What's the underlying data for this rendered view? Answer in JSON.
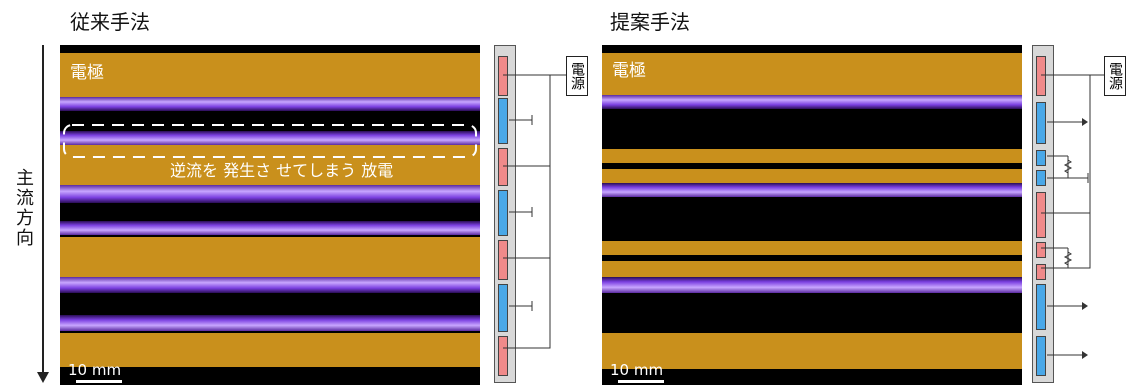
{
  "left_panel": {
    "title": "従来手法",
    "electrode_label": "電極",
    "annotation": "逆流を 発生さ せてしまう 放電",
    "scale": "10 mm"
  },
  "right_panel": {
    "title": "提案手法",
    "electrode_label": "電極",
    "scale": "10 mm"
  },
  "axis_label": "主流方向",
  "power_label": "電源",
  "colors": {
    "electrode": "#c9901c",
    "plasma": "#8a5cf0",
    "background": "#000000",
    "segment_powered": "#f08a8a",
    "segment_grounded": "#4aa8e8",
    "strip": "#d8d8d8"
  }
}
